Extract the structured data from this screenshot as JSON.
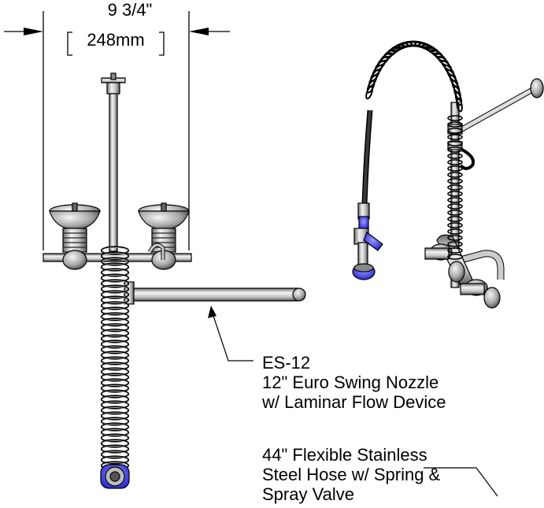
{
  "dimension": {
    "imperial": "9 3/4\"",
    "metric": "248mm"
  },
  "callouts": {
    "nozzle": {
      "line1": "ES-12",
      "line2": "12\" Euro Swing Nozzle",
      "line3": "w/ Laminar Flow Device"
    },
    "hose": {
      "line1": "44\" Flexible Stainless",
      "line2": "Steel Hose w/ Spring &",
      "line3": "Spray Valve"
    }
  },
  "colors": {
    "line": "#000000",
    "steel_light": "#e6e6e6",
    "steel_mid": "#b0b0b0",
    "steel_dark": "#5a5a5a",
    "accent_blue": "#3a3ae0"
  }
}
